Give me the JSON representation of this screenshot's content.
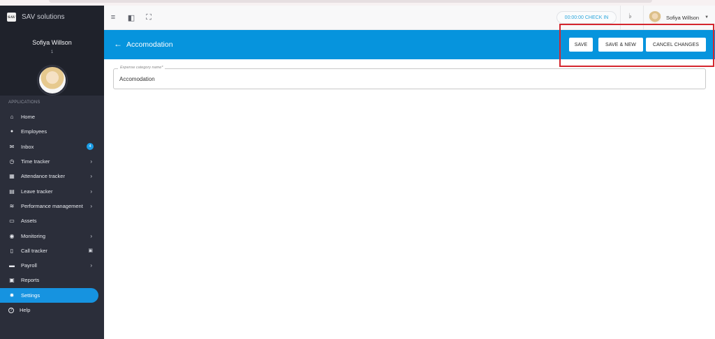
{
  "app": {
    "brand_logo": "SAV",
    "brand_name": "SAV solutions"
  },
  "sidebar": {
    "user_name": "Sofiya Willson",
    "user_id": "1",
    "section_label": "APPLICATIONS",
    "items": [
      {
        "label": "Home",
        "icon": "home-icon",
        "glyph": "⌂"
      },
      {
        "label": "Employees",
        "icon": "users-icon",
        "glyph": "👥"
      },
      {
        "label": "Inbox",
        "icon": "inbox-icon",
        "glyph": "✉",
        "badge": "4"
      },
      {
        "label": "Time tracker",
        "icon": "clock-icon",
        "glyph": "◷",
        "chevron": "›"
      },
      {
        "label": "Attendance tracker",
        "icon": "calendar-check-icon",
        "glyph": "▦",
        "chevron": "›"
      },
      {
        "label": "Leave tracker",
        "icon": "calendar-icon",
        "glyph": "▤",
        "chevron": "›"
      },
      {
        "label": "Performance management",
        "icon": "wifi-icon",
        "glyph": "≋",
        "chevron": "›"
      },
      {
        "label": "Assets",
        "icon": "window-icon",
        "glyph": "▭"
      },
      {
        "label": "Monitoring",
        "icon": "eye-icon",
        "glyph": "◉",
        "chevron": "›"
      },
      {
        "label": "Call tracker",
        "icon": "phone-icon",
        "glyph": "▯",
        "lock": "🔒"
      },
      {
        "label": "Payroll",
        "icon": "card-icon",
        "glyph": "▬",
        "chevron": "›"
      },
      {
        "label": "Reports",
        "icon": "report-icon",
        "glyph": "▣"
      },
      {
        "label": "Settings",
        "icon": "gear-icon",
        "glyph": "✹",
        "active": true
      },
      {
        "label": "Help",
        "icon": "help-icon",
        "glyph": "?"
      }
    ]
  },
  "topbar": {
    "menu_icon": "≡",
    "panel_icon": "◧",
    "fullscreen_icon": "⛶",
    "checkin_label": "00:00:00 CHECK IN",
    "bell_icon": "🔔",
    "user_name": "Sofiya Willson",
    "caret": "⌄"
  },
  "page": {
    "back_icon": "←",
    "title": "Accomodation",
    "buttons": {
      "save": "SAVE",
      "save_new": "SAVE & NEW",
      "cancel": "CANCEL CHANGES"
    }
  },
  "form": {
    "expense_category": {
      "label": "Expense category name*",
      "value": "Accomodation"
    }
  },
  "colors": {
    "sidebar_bg": "#2b2e3a",
    "sidebar_header_bg": "#1f222b",
    "accent": "#0694dd",
    "active_item": "#1693e0",
    "highlight_border": "#d4262e"
  }
}
